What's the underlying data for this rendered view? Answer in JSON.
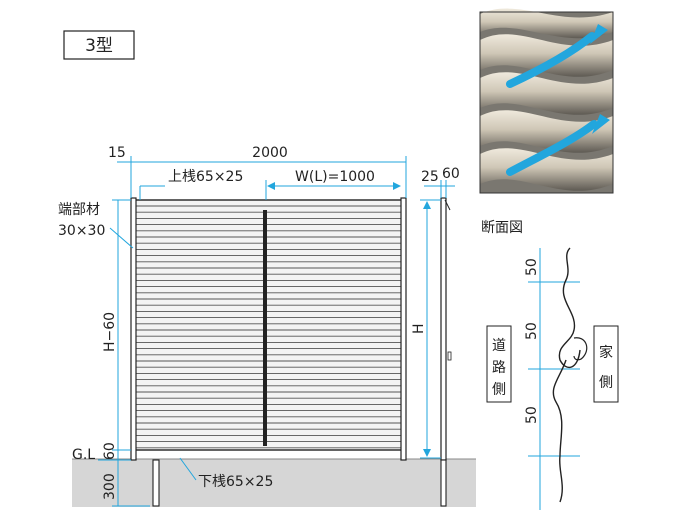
{
  "title": "3型",
  "dimensions": {
    "total_width": "2000",
    "post_offset": "15",
    "top_rail": "上桟65×25",
    "panel_width": "W(L)=1000",
    "side_25": "25",
    "side_60": "60",
    "end_member_line1": "端部材",
    "end_member_line2": "30×30",
    "height_left": "H−60",
    "height_right": "H",
    "ground_line": "G.L",
    "gap_60": "60",
    "embed_300": "300",
    "bottom_rail": "下桟65×25"
  },
  "section": {
    "title": "断面図",
    "dim_top": "50",
    "dim_mid": "50",
    "dim_bot": "50",
    "road_side": [
      "道",
      "路",
      "側"
    ],
    "house_side": [
      "家",
      "側"
    ]
  },
  "colors": {
    "accent": "#22a6dd",
    "ground": "#d6d6d6",
    "frame": "#333333",
    "photo_bg": "#7a7770"
  }
}
